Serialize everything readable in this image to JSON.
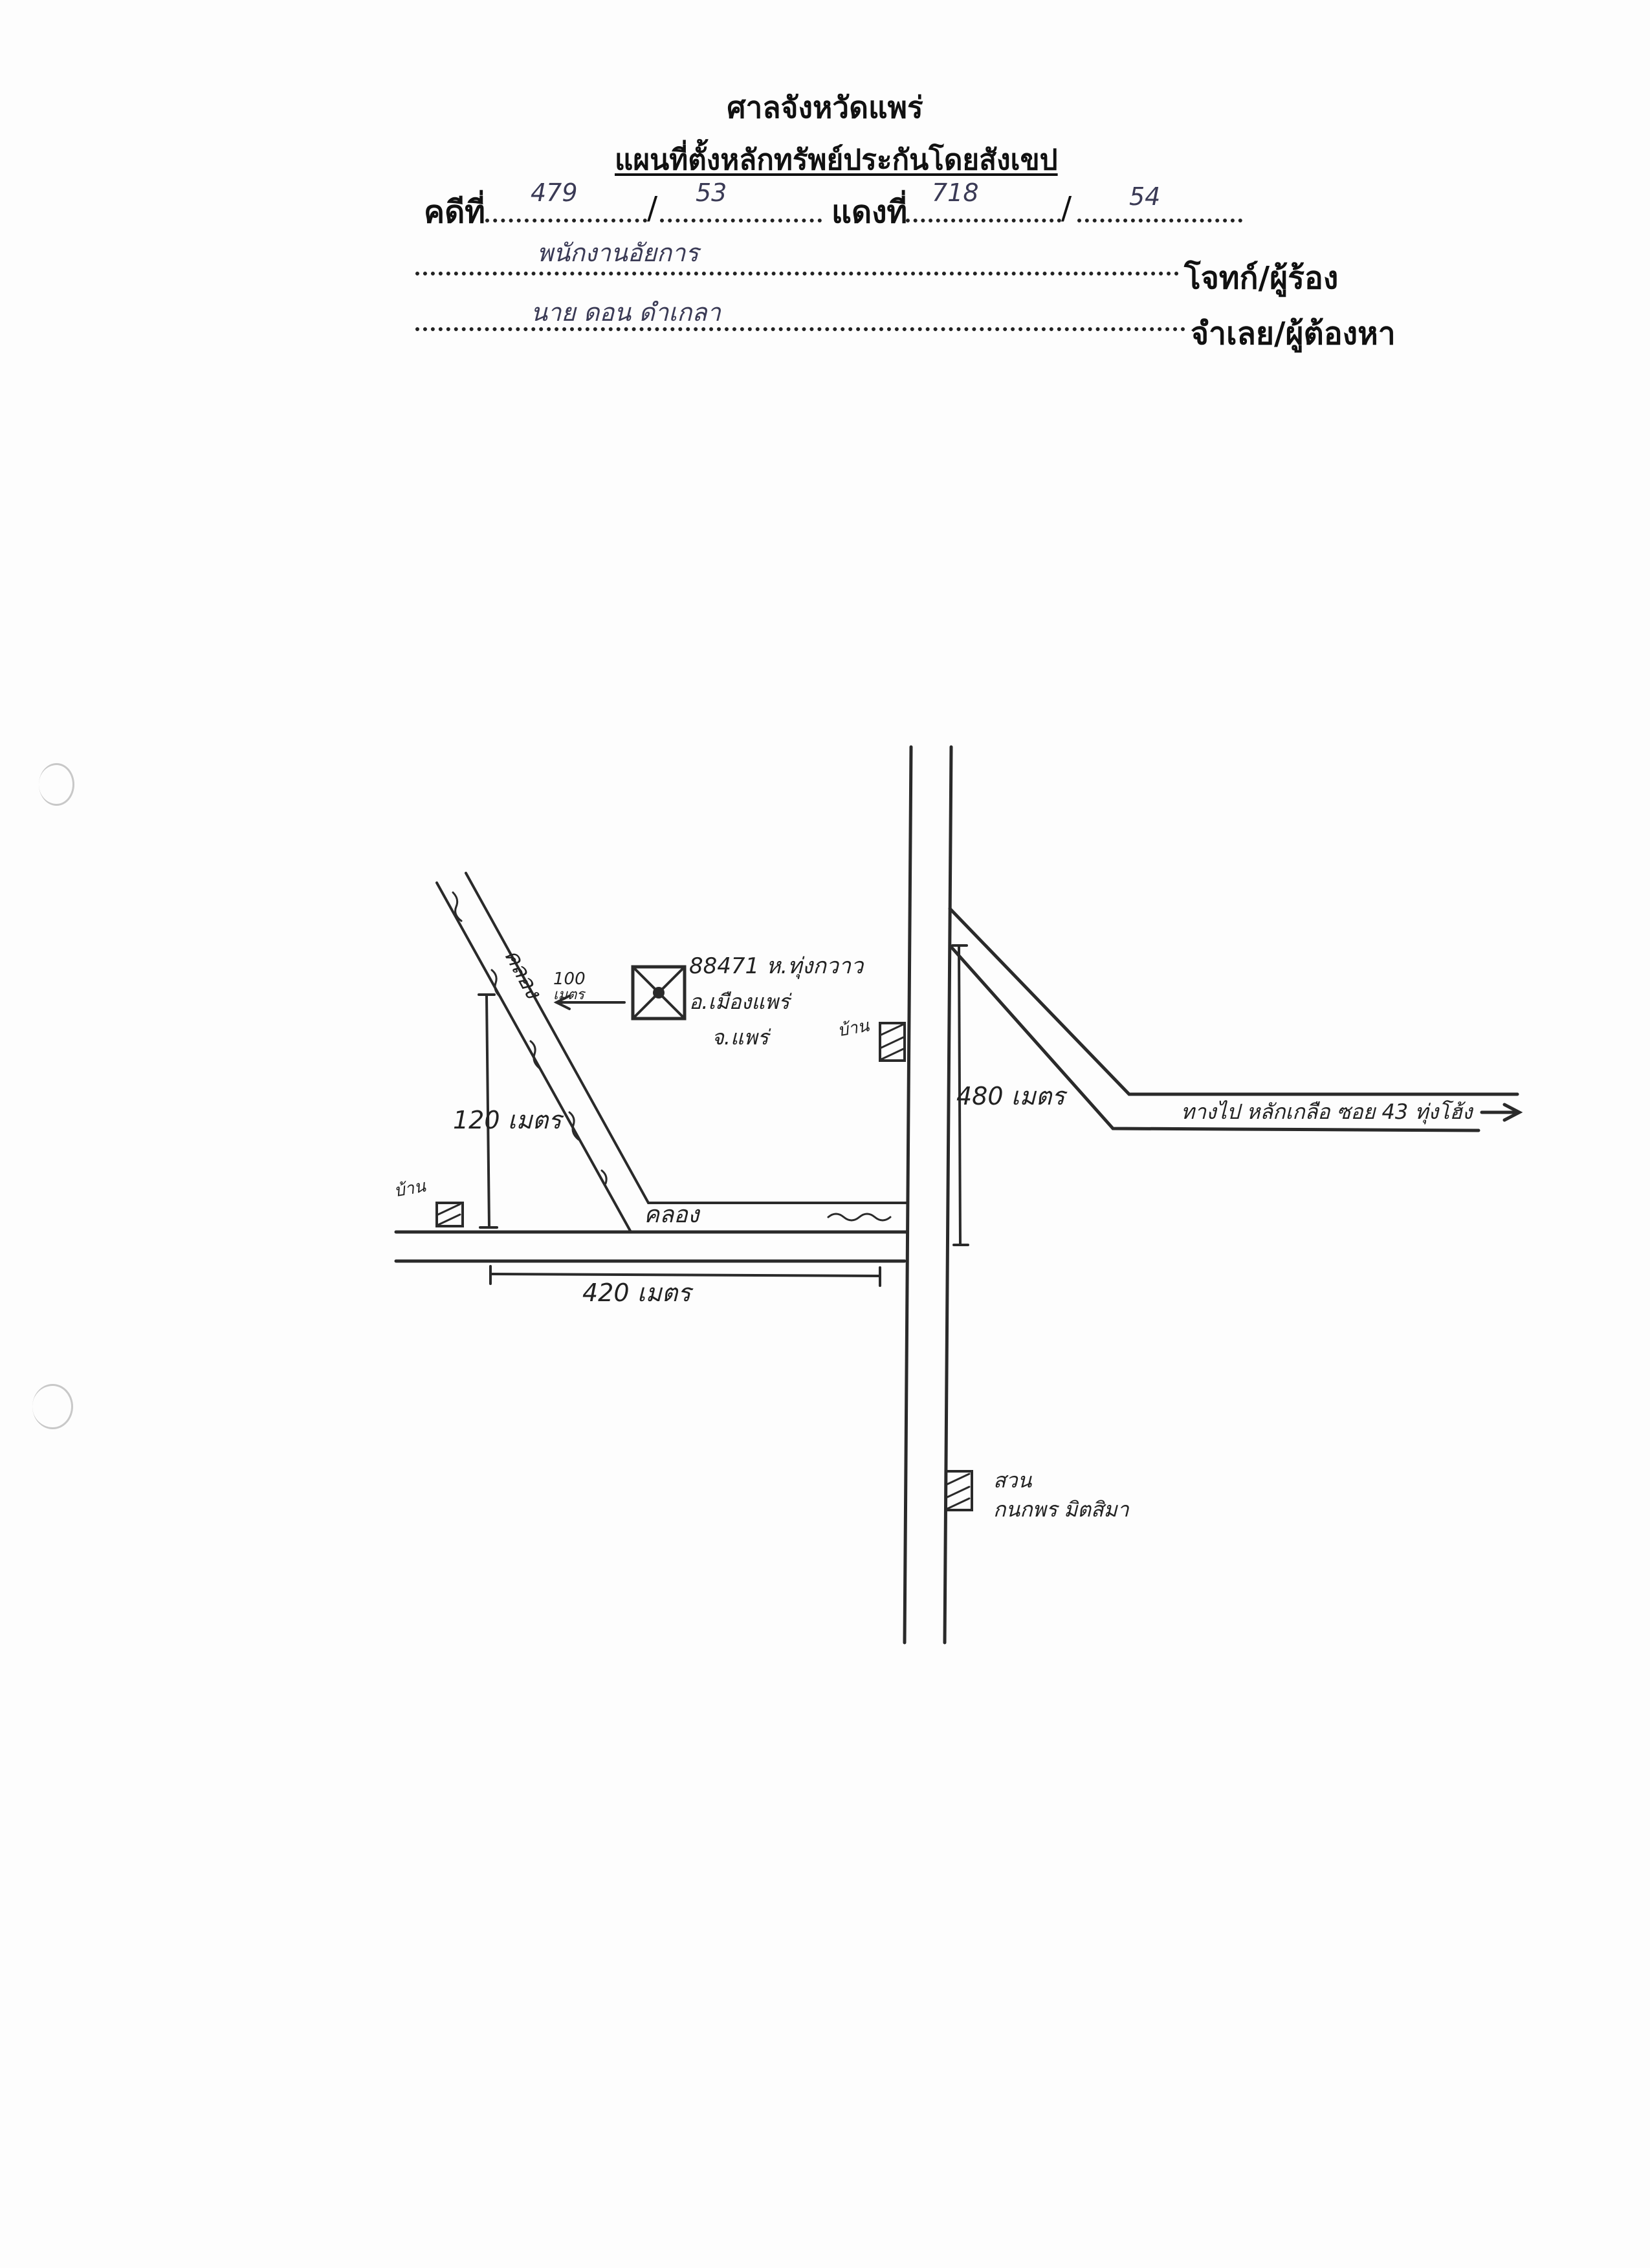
{
  "header": {
    "court_name": "ศาลจังหวัดแพร่",
    "subtitle": "แผนที่ตั้งหลักทรัพย์ประกันโดยสังเขป"
  },
  "case": {
    "black_case_label": "คดีที่",
    "black_case_no": "479",
    "black_case_year": "53",
    "red_case_label": "แดงที่",
    "red_case_no": "718",
    "red_case_year": "54",
    "slash": "/",
    "plaintiff_name": "พนักงานอัยการ",
    "plaintiff_label": "โจทก์/ผู้ร้อง",
    "defendant_name": "นาย ดอน ดำเกลา",
    "defendant_label": "จำเลย/ผู้ต้องหา"
  },
  "map": {
    "canal_label": "คลอง",
    "canal_label_2": "คลอง",
    "dist_100_line1": "100",
    "dist_100_line2": "เมตร",
    "plot_line1": "88471 ห.ทุ่งกวาว",
    "plot_line2": "อ.เมืองแพร่",
    "plot_line3": "จ.แพร่",
    "house_label": "บ้าน",
    "dist_120": "120 เมตร",
    "dist_420": "420 เมตร",
    "dist_480": "480 เมตร",
    "road_label": "ทางไป หลักเกลือ ซอย 43 ทุ่งโฮ้ง",
    "garden_line1": "สวน",
    "garden_line2": "กนกพร มิตสิมา"
  }
}
